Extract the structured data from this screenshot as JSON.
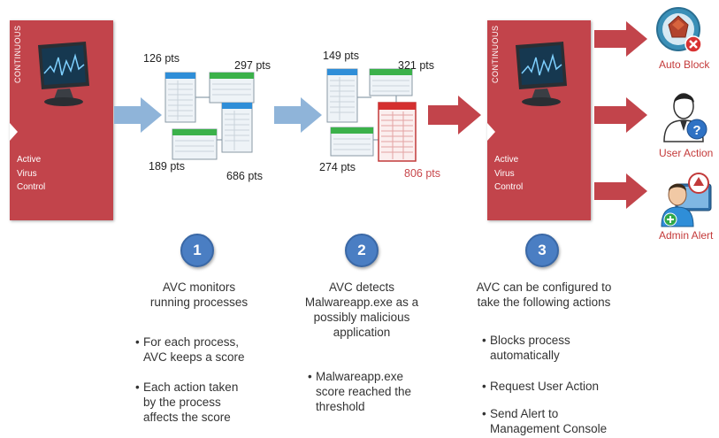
{
  "panels": [
    {
      "vertical_label": "CONTINUOUS",
      "lines": [
        "Active",
        "Virus",
        "Control"
      ]
    },
    {
      "vertical_label": "CONTINUOUS",
      "lines": [
        "Active",
        "Virus",
        "Control"
      ]
    }
  ],
  "process_group_1": {
    "scores": [
      "126 pts",
      "297 pts",
      "189 pts",
      "686 pts"
    ]
  },
  "process_group_2": {
    "scores": [
      "149 pts",
      "321 pts",
      "274 pts",
      "806 pts"
    ]
  },
  "actions": [
    "Auto Block",
    "User Action",
    "Admin Alert"
  ],
  "steps": [
    {
      "number": "1",
      "heading": [
        "AVC monitors",
        "running processes"
      ],
      "bullets": [
        [
          "For each process,",
          "AVC keeps a score"
        ],
        [
          "Each action taken",
          "by  the process",
          "affects the score"
        ]
      ]
    },
    {
      "number": "2",
      "heading": [
        "AVC detects",
        "Malwareapp.exe as a",
        "possibly malicious",
        "application"
      ],
      "bullets": [
        [
          "Malwareapp.exe",
          "score reached the",
          "threshold"
        ]
      ]
    },
    {
      "number": "3",
      "heading": [
        "AVC can be configured to",
        "take the following actions"
      ],
      "bullets": [
        [
          "Blocks process",
          "automatically"
        ],
        [
          "Request User Action"
        ],
        [
          "Send Alert to",
          "Management Console"
        ]
      ]
    }
  ],
  "colors": {
    "panel_red": "#c2444b",
    "arrow_blue": "#8fb4d9",
    "arrow_red": "#c2444b",
    "step_blue": "#4a7ec3",
    "alert_text": "#c43a3a"
  },
  "icons": [
    "monitor-icon",
    "process-window-icon",
    "blocked-gem-icon",
    "user-question-icon",
    "admin-alert-icon"
  ]
}
